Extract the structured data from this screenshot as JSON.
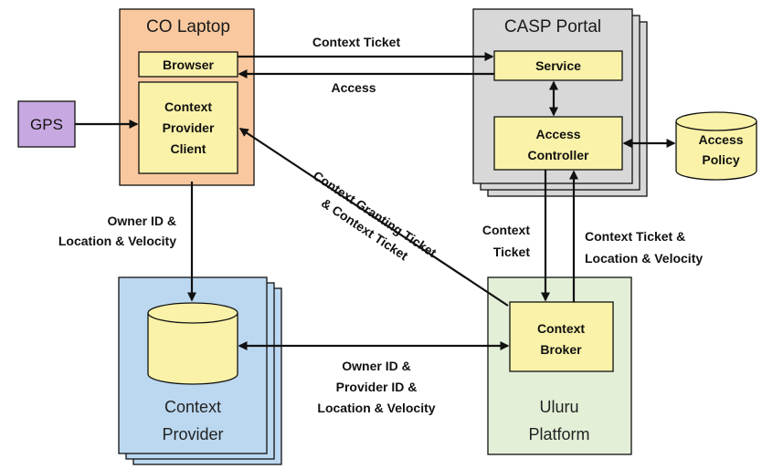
{
  "colors": {
    "laptop_fill": "#F9C89E",
    "portal_fill": "#D8D8D8",
    "provider_fill": "#BCD8F0",
    "platform_fill": "#E3EFD7",
    "component_fill": "#F9F2A8",
    "gps_fill": "#C8A8E0",
    "stroke": "#111111"
  },
  "nodes": {
    "laptop": {
      "title": "CO Laptop"
    },
    "browser": {
      "label": "Browser"
    },
    "client": {
      "lines": [
        "Context",
        "Provider",
        "Client"
      ]
    },
    "gps": {
      "label": "GPS"
    },
    "portal": {
      "title": "CASP Portal"
    },
    "service": {
      "label": "Service"
    },
    "access_controller": {
      "lines": [
        "Access",
        "Controller"
      ]
    },
    "access_policy": {
      "lines": [
        "Access",
        "Policy"
      ]
    },
    "provider": {
      "lines": [
        "Context",
        "Provider"
      ]
    },
    "platform": {
      "lines": [
        "Uluru",
        "Platform"
      ]
    },
    "broker": {
      "lines": [
        "Context",
        "Broker"
      ]
    }
  },
  "edges": {
    "context_ticket": "Context Ticket",
    "access": "Access",
    "owner_location": [
      "Owner ID &",
      "Location & Velocity"
    ],
    "granting": [
      "Context Granting Ticket",
      "& Context Ticket"
    ],
    "broker_ticket": [
      "Context",
      "Ticket"
    ],
    "ticket_location": [
      "Context Ticket &",
      "Location & Velocity"
    ],
    "owner_provider": [
      "Owner ID &",
      "Provider ID &",
      "Location & Velocity"
    ]
  }
}
